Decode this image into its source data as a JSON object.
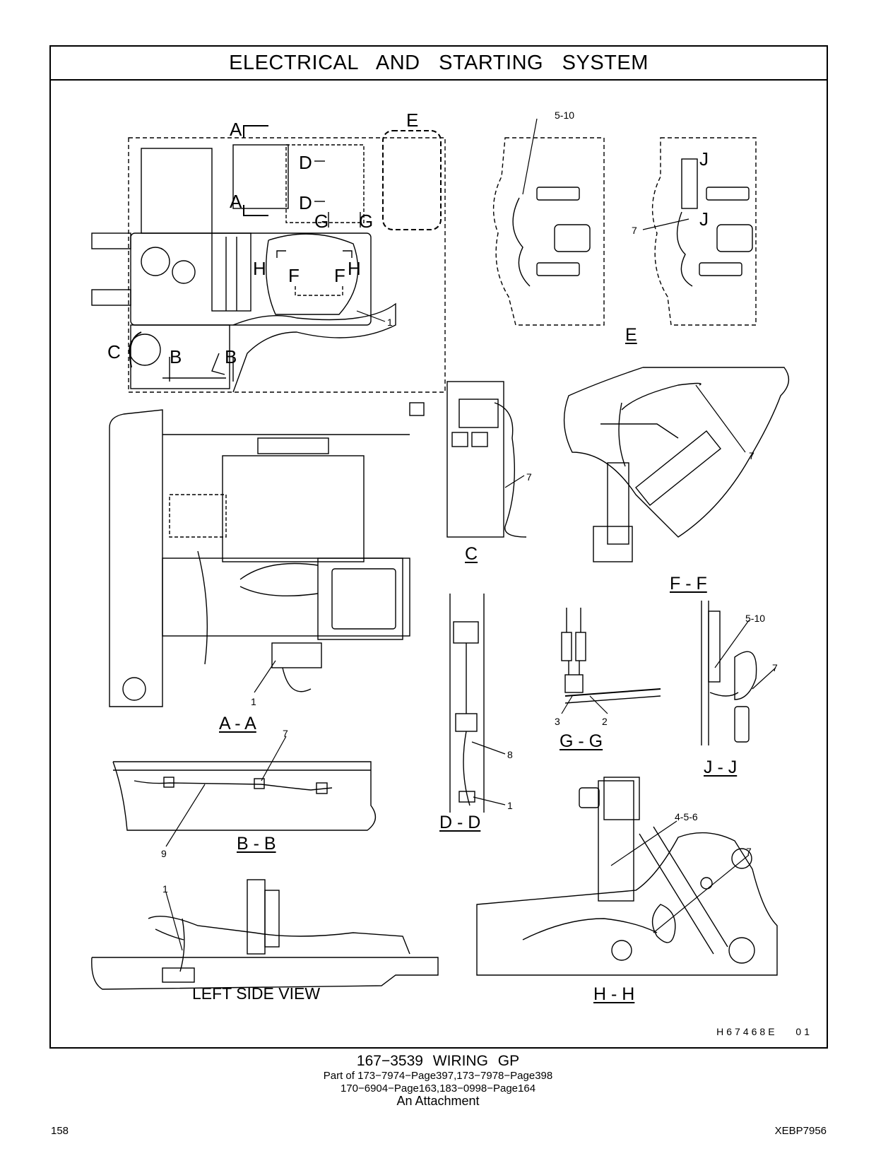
{
  "header": {
    "title": "ELECTRICAL AND STARTING SYSTEM"
  },
  "section_markers": {
    "a1": "A",
    "a2": "A",
    "b1": "B",
    "b2": "B",
    "c": "C",
    "d1": "D",
    "d2": "D",
    "e": "E",
    "f1": "F",
    "f2": "F",
    "g1": "G",
    "g2": "G",
    "h1": "H",
    "h2": "H",
    "j1": "J",
    "j2": "J"
  },
  "views": {
    "e": "E",
    "c": "C",
    "ff": "F - F",
    "aa": "A - A",
    "gg": "G - G",
    "jj": "J - J",
    "bb": "B - B",
    "dd": "D - D",
    "hh": "H - H",
    "left_side": "LEFT SIDE VIEW"
  },
  "callouts": {
    "main_1": "1",
    "e_5_10": "5-10",
    "e_7": "7",
    "c_7": "7",
    "ff_7": "7",
    "aa_1": "1",
    "gg_3": "3",
    "gg_2": "2",
    "jj_5_10": "5-10",
    "jj_7": "7",
    "bb_7": "7",
    "bb_9": "9",
    "dd_8": "8",
    "dd_1": "1",
    "hh_4_5_6": "4-5-6",
    "hh_7": "7",
    "ls_1": "1"
  },
  "drawing_id": "H67468E   01",
  "caption": {
    "line1": "167−3539   WIRING   GP",
    "line2": "Part of 173−7974−Page397,173−7978−Page398",
    "line3": "170−6904−Page163,183−0998−Page164",
    "line4": "An Attachment"
  },
  "footer": {
    "page_number": "158",
    "doc_number": "XEBP7956"
  }
}
